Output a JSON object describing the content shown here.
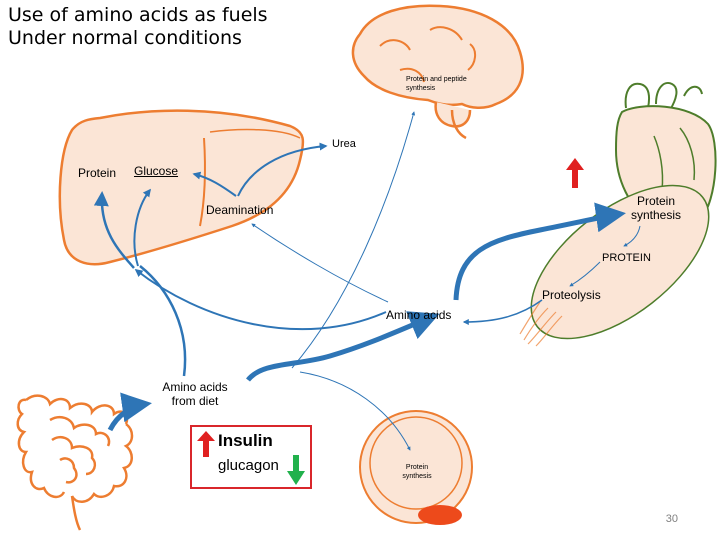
{
  "title": {
    "line1": "Use of amino acids as fuels",
    "line2": "Under normal conditions"
  },
  "liver": {
    "protein": "Protein",
    "glucose": "Glucose",
    "deamination": "Deamination"
  },
  "urea": "Urea",
  "brain": {
    "label": "Protein and peptide synthesis"
  },
  "muscle": {
    "protein_synthesis": "Protein synthesis",
    "protein": "PROTEIN",
    "proteolysis": "Proteolysis"
  },
  "hub": {
    "amino_acids": "Amino acids"
  },
  "diet": {
    "amino_acids_from_diet": "Amino acids from diet"
  },
  "hormones": {
    "insulin": "Insulin",
    "glucagon": "glucagon",
    "insulin_direction": "up",
    "glucagon_direction": "down"
  },
  "cell": {
    "label": "Protein synthesis"
  },
  "page_number": "30",
  "colors": {
    "organ_outline": "#ed7d31",
    "organ_fill": "#fbe5d6",
    "arrow": "#2e75b6",
    "up_arrow": "#e02020",
    "down_arrow": "#21b14c",
    "box_border": "#d9262b",
    "muscle_outline": "#4e7d2b"
  }
}
